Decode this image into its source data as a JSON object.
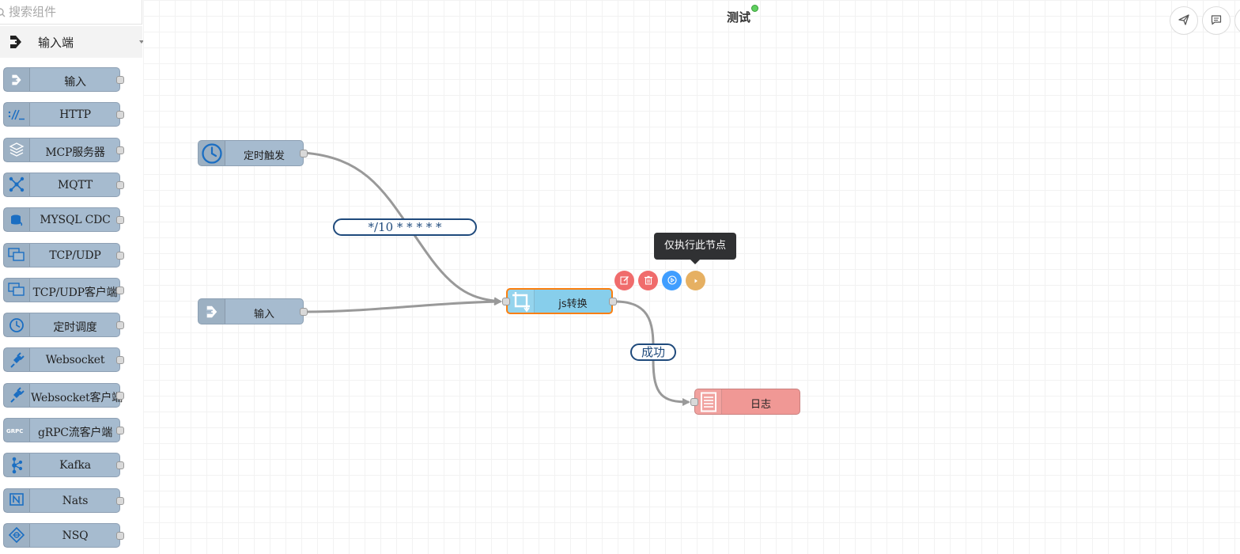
{
  "search": {
    "placeholder": "搜索组件"
  },
  "category": {
    "label": "输入端",
    "icon": "arrow-right-double-icon"
  },
  "palette": [
    {
      "label": "输入",
      "icon": "arrow-right-double-icon"
    },
    {
      "label": "HTTP",
      "icon": "http-slash-icon"
    },
    {
      "label": "MCP服务器",
      "icon": "layers-icon"
    },
    {
      "label": "MQTT",
      "icon": "network-hub-icon"
    },
    {
      "label": "MYSQL CDC",
      "icon": "database-icon"
    },
    {
      "label": "TCP/UDP",
      "icon": "windows-icon"
    },
    {
      "label": "TCP/UDP客户端",
      "icon": "windows-icon"
    },
    {
      "label": "定时调度",
      "icon": "clock-icon"
    },
    {
      "label": "Websocket",
      "icon": "plug-icon"
    },
    {
      "label": "Websocket客户端",
      "icon": "plug-icon"
    },
    {
      "label": "gRPC流客户端",
      "icon": "grpc-icon"
    },
    {
      "label": "Kafka",
      "icon": "kafka-icon"
    },
    {
      "label": "Nats",
      "icon": "nats-icon"
    },
    {
      "label": "NSQ",
      "icon": "nsq-icon"
    }
  ],
  "flow": {
    "title": "测试",
    "status": "deployed"
  },
  "toolbar": [
    {
      "name": "send-icon"
    },
    {
      "name": "comment-icon"
    }
  ],
  "nodes": {
    "timer": {
      "label": "定时触发",
      "icon": "clock-icon",
      "color": "#a6bbcf"
    },
    "input": {
      "label": "输入",
      "icon": "arrow-right-double-icon",
      "color": "#a6bbcf"
    },
    "js": {
      "label": "js转换",
      "icon": "crop-transform-icon",
      "color": "#87ceeb"
    },
    "log": {
      "label": "日志",
      "icon": "document-icon",
      "color": "#f09895"
    }
  },
  "wire_labels": {
    "cron": "*/10 * * * * *",
    "success": "成功"
  },
  "node_actions": [
    {
      "name": "edit-icon",
      "color": "#f06c6c"
    },
    {
      "name": "delete-icon",
      "color": "#f06c6c"
    },
    {
      "name": "debug-icon",
      "color": "#409eff"
    },
    {
      "name": "run-icon",
      "color": "#e6b062"
    }
  ],
  "tooltip": {
    "text": "仅执行此节点"
  },
  "colors": {
    "node_default": "#a6bbcf",
    "node_selected_border": "#ff7f0e",
    "wire": "#999999",
    "wire_label": "#1f4a7c"
  }
}
